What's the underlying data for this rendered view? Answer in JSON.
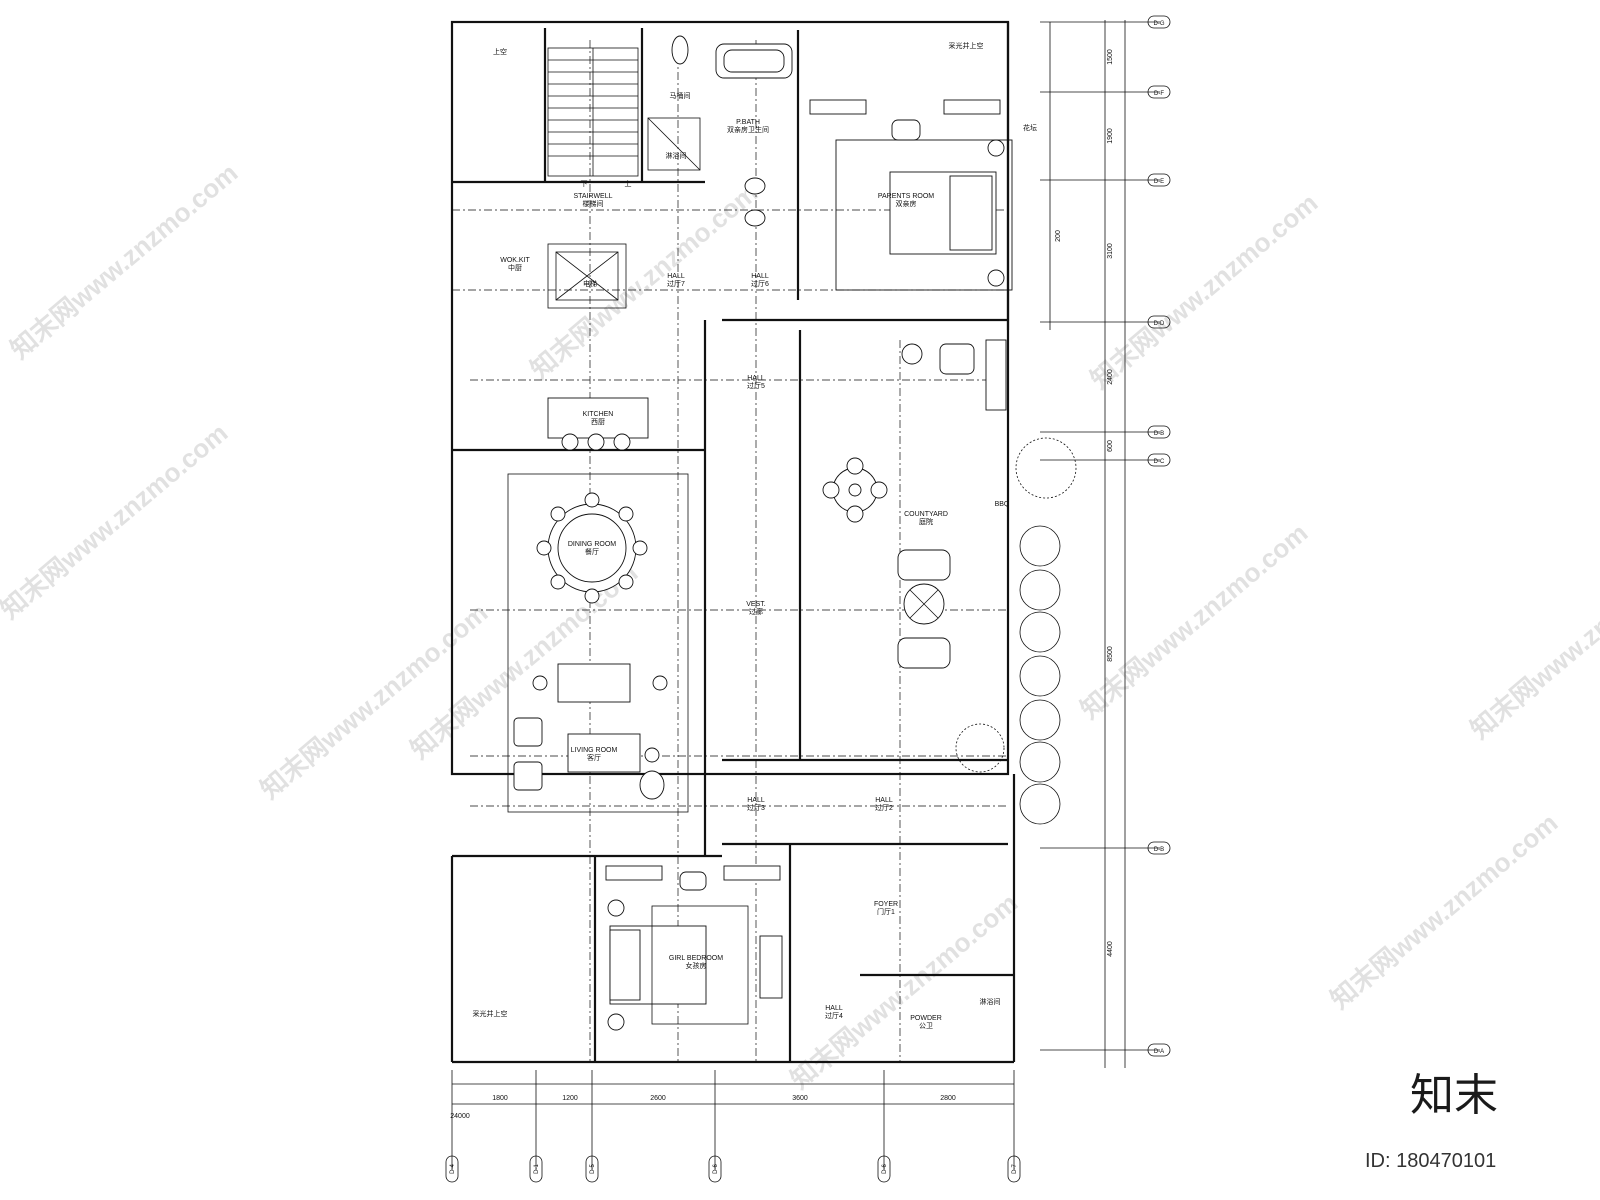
{
  "rooms": {
    "stairwell": {
      "en": "STAIRWELL",
      "cn": "楼梯间"
    },
    "wok_kitchen": {
      "en": "WOK.KIT",
      "cn": "中厨"
    },
    "pbath": {
      "en": "P.BATH",
      "cn": "双亲房卫生间"
    },
    "toilet_label": "马桶间",
    "shower_label": "淋浴间",
    "lift_label": "电梯",
    "parents_room": {
      "en": "PARENTS ROOM",
      "cn": "双亲房"
    },
    "hall7": {
      "en": "HALL",
      "cn": "过厅7"
    },
    "hall6": {
      "en": "HALL",
      "cn": "过厅6"
    },
    "hall5": {
      "en": "HALL",
      "cn": "过厅5"
    },
    "kitchen": {
      "en": "KITCHEN",
      "cn": "西厨"
    },
    "dining_room": {
      "en": "DINING ROOM",
      "cn": "餐厅"
    },
    "vestibule": {
      "en": "VEST.",
      "cn": "过廊"
    },
    "courtyard": {
      "en": "COUNTYARD",
      "cn": "庭院"
    },
    "living_room": {
      "en": "LIVING ROOM",
      "cn": "客厅"
    },
    "hall3": {
      "en": "HALL",
      "cn": "过厅3"
    },
    "hall2": {
      "en": "HALL",
      "cn": "过厅2"
    },
    "foyer": {
      "en": "FOYER",
      "cn": "门厅1"
    },
    "girl_bedroom": {
      "en": "GIRL BEDROOM",
      "cn": "女孩房"
    },
    "hall4": {
      "en": "HALL",
      "cn": "过厅4"
    },
    "powder": {
      "en": "POWDER",
      "cn": "公卫"
    },
    "powder_shower": "淋浴间",
    "skylight_top": "采光井上空",
    "skylight_bottom": "采光井上空",
    "void_top": "上空",
    "stair_up": "上",
    "stair_down": "下",
    "side_note": "花坛",
    "bbq": "BBQ"
  },
  "dimensions": {
    "right": [
      "1500",
      "1900",
      "3100",
      "2400",
      "600",
      "8500",
      "4400"
    ],
    "right_inner": "200",
    "bottom": [
      "1800",
      "1200",
      "2600",
      "3600",
      "2800"
    ],
    "bottom_total": "24000"
  },
  "axes": {
    "right": [
      "D-G",
      "D-F",
      "D-E",
      "D-D",
      "D-B",
      "D-C",
      "D-B",
      "D-A"
    ],
    "bottom": [
      "D-4",
      "D-1",
      "D-5",
      "D-6",
      "D-6",
      "D-7"
    ]
  },
  "watermark": {
    "text": "知末网www.znzmo.com"
  },
  "branding": {
    "logo": "知末",
    "id": "ID: 1804701​01"
  }
}
